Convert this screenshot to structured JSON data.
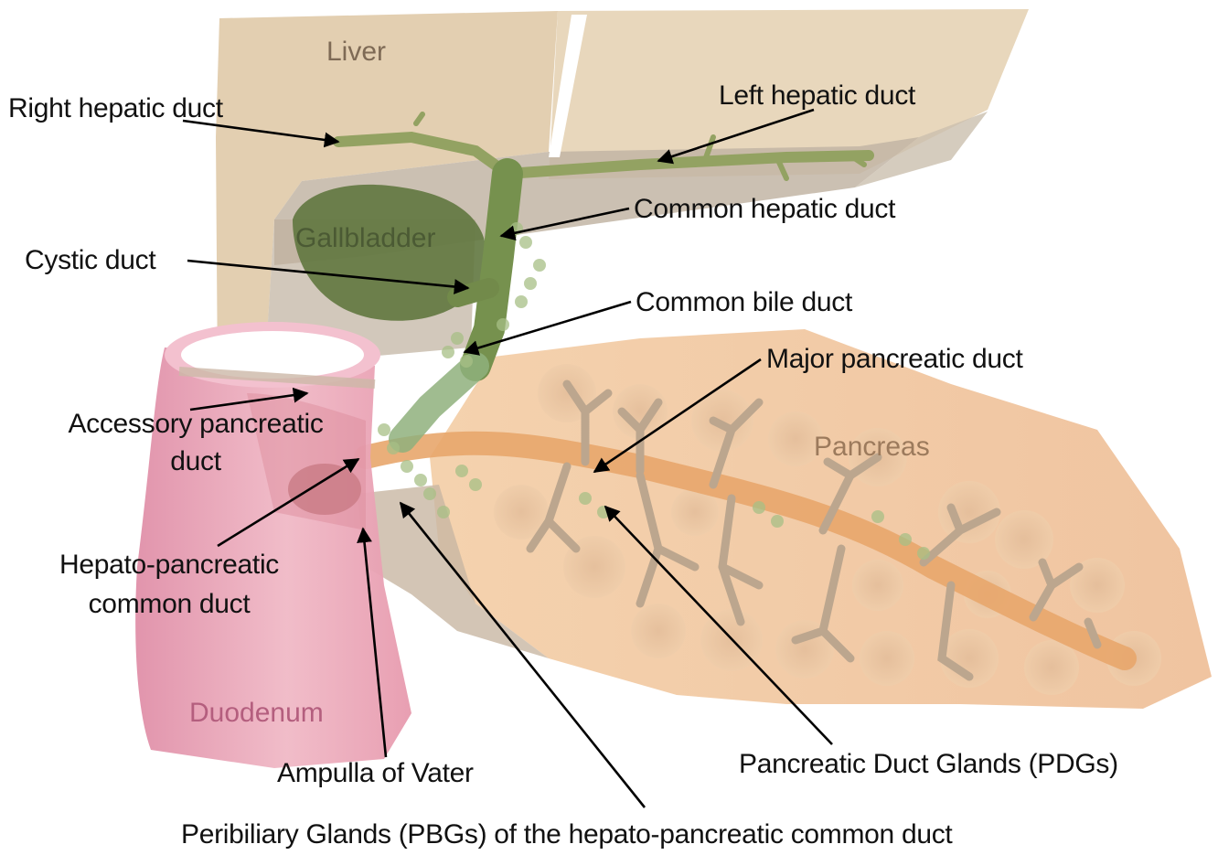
{
  "organs": {
    "liver": "Liver",
    "gallbladder": "Gallbladder",
    "pancreas": "Pancreas",
    "duodenum": "Duodenum"
  },
  "labels": {
    "right_hepatic_duct": "Right hepatic duct",
    "left_hepatic_duct": "Left hepatic duct",
    "common_hepatic_duct": "Common hepatic duct",
    "cystic_duct": "Cystic duct",
    "common_bile_duct": "Common bile duct",
    "major_pancreatic_duct": "Major pancreatic duct",
    "accessory_pancreatic_duct_line1": "Accessory pancreatic",
    "accessory_pancreatic_duct_line2": "duct",
    "hepato_pancreatic_common_duct_line1": "Hepato-pancreatic",
    "hepato_pancreatic_common_duct_line2": "common duct",
    "ampulla_of_vater": "Ampulla of Vater",
    "pdgs": "Pancreatic Duct Glands (PDGs)",
    "pbgs": "Peribiliary Glands (PBGs) of the hepato-pancreatic common duct"
  },
  "colors": {
    "liver": "#e6d3b6",
    "liver_shadow": "#bcaa94",
    "gallbladder": "#647a48",
    "bile_duct": "#8fa65a",
    "pancreas": "#f2cfab",
    "pancreatic_duct": "#e5a56c",
    "duodenum": "#e7a2b4",
    "organ_label_liver": "#7e6a55",
    "organ_label_pancreas": "#9c7a5c",
    "organ_label_duodenum": "#b45e7e"
  }
}
